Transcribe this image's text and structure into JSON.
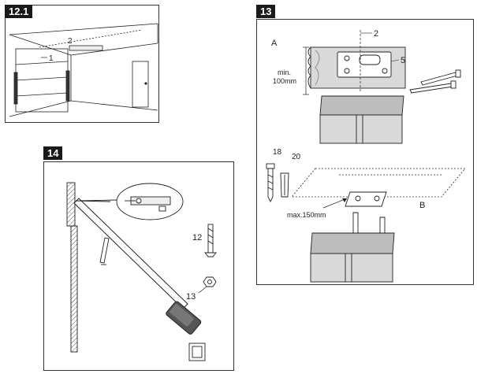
{
  "panels": [
    {
      "id": "12.1",
      "label": "12.1"
    },
    {
      "id": "14",
      "label": "14"
    },
    {
      "id": "13",
      "label": "13"
    }
  ],
  "callouts": {
    "p12_1": "1",
    "p12_2": "2",
    "p14_12": "12",
    "p14_13": "13",
    "p13_2": "2",
    "p13_5": "5",
    "p13_A": "A",
    "p13_min": "min.",
    "p13_100": "100mm",
    "p13_18": "18",
    "p13_20": "20",
    "p13_B": "B",
    "p13_max": "max.150mm"
  },
  "colors": {
    "line": "#222222",
    "wood": "#d9d9d9",
    "wood_dark": "#bdbdbd",
    "tag_bg": "#1a1a1a",
    "motor": "#555555"
  }
}
